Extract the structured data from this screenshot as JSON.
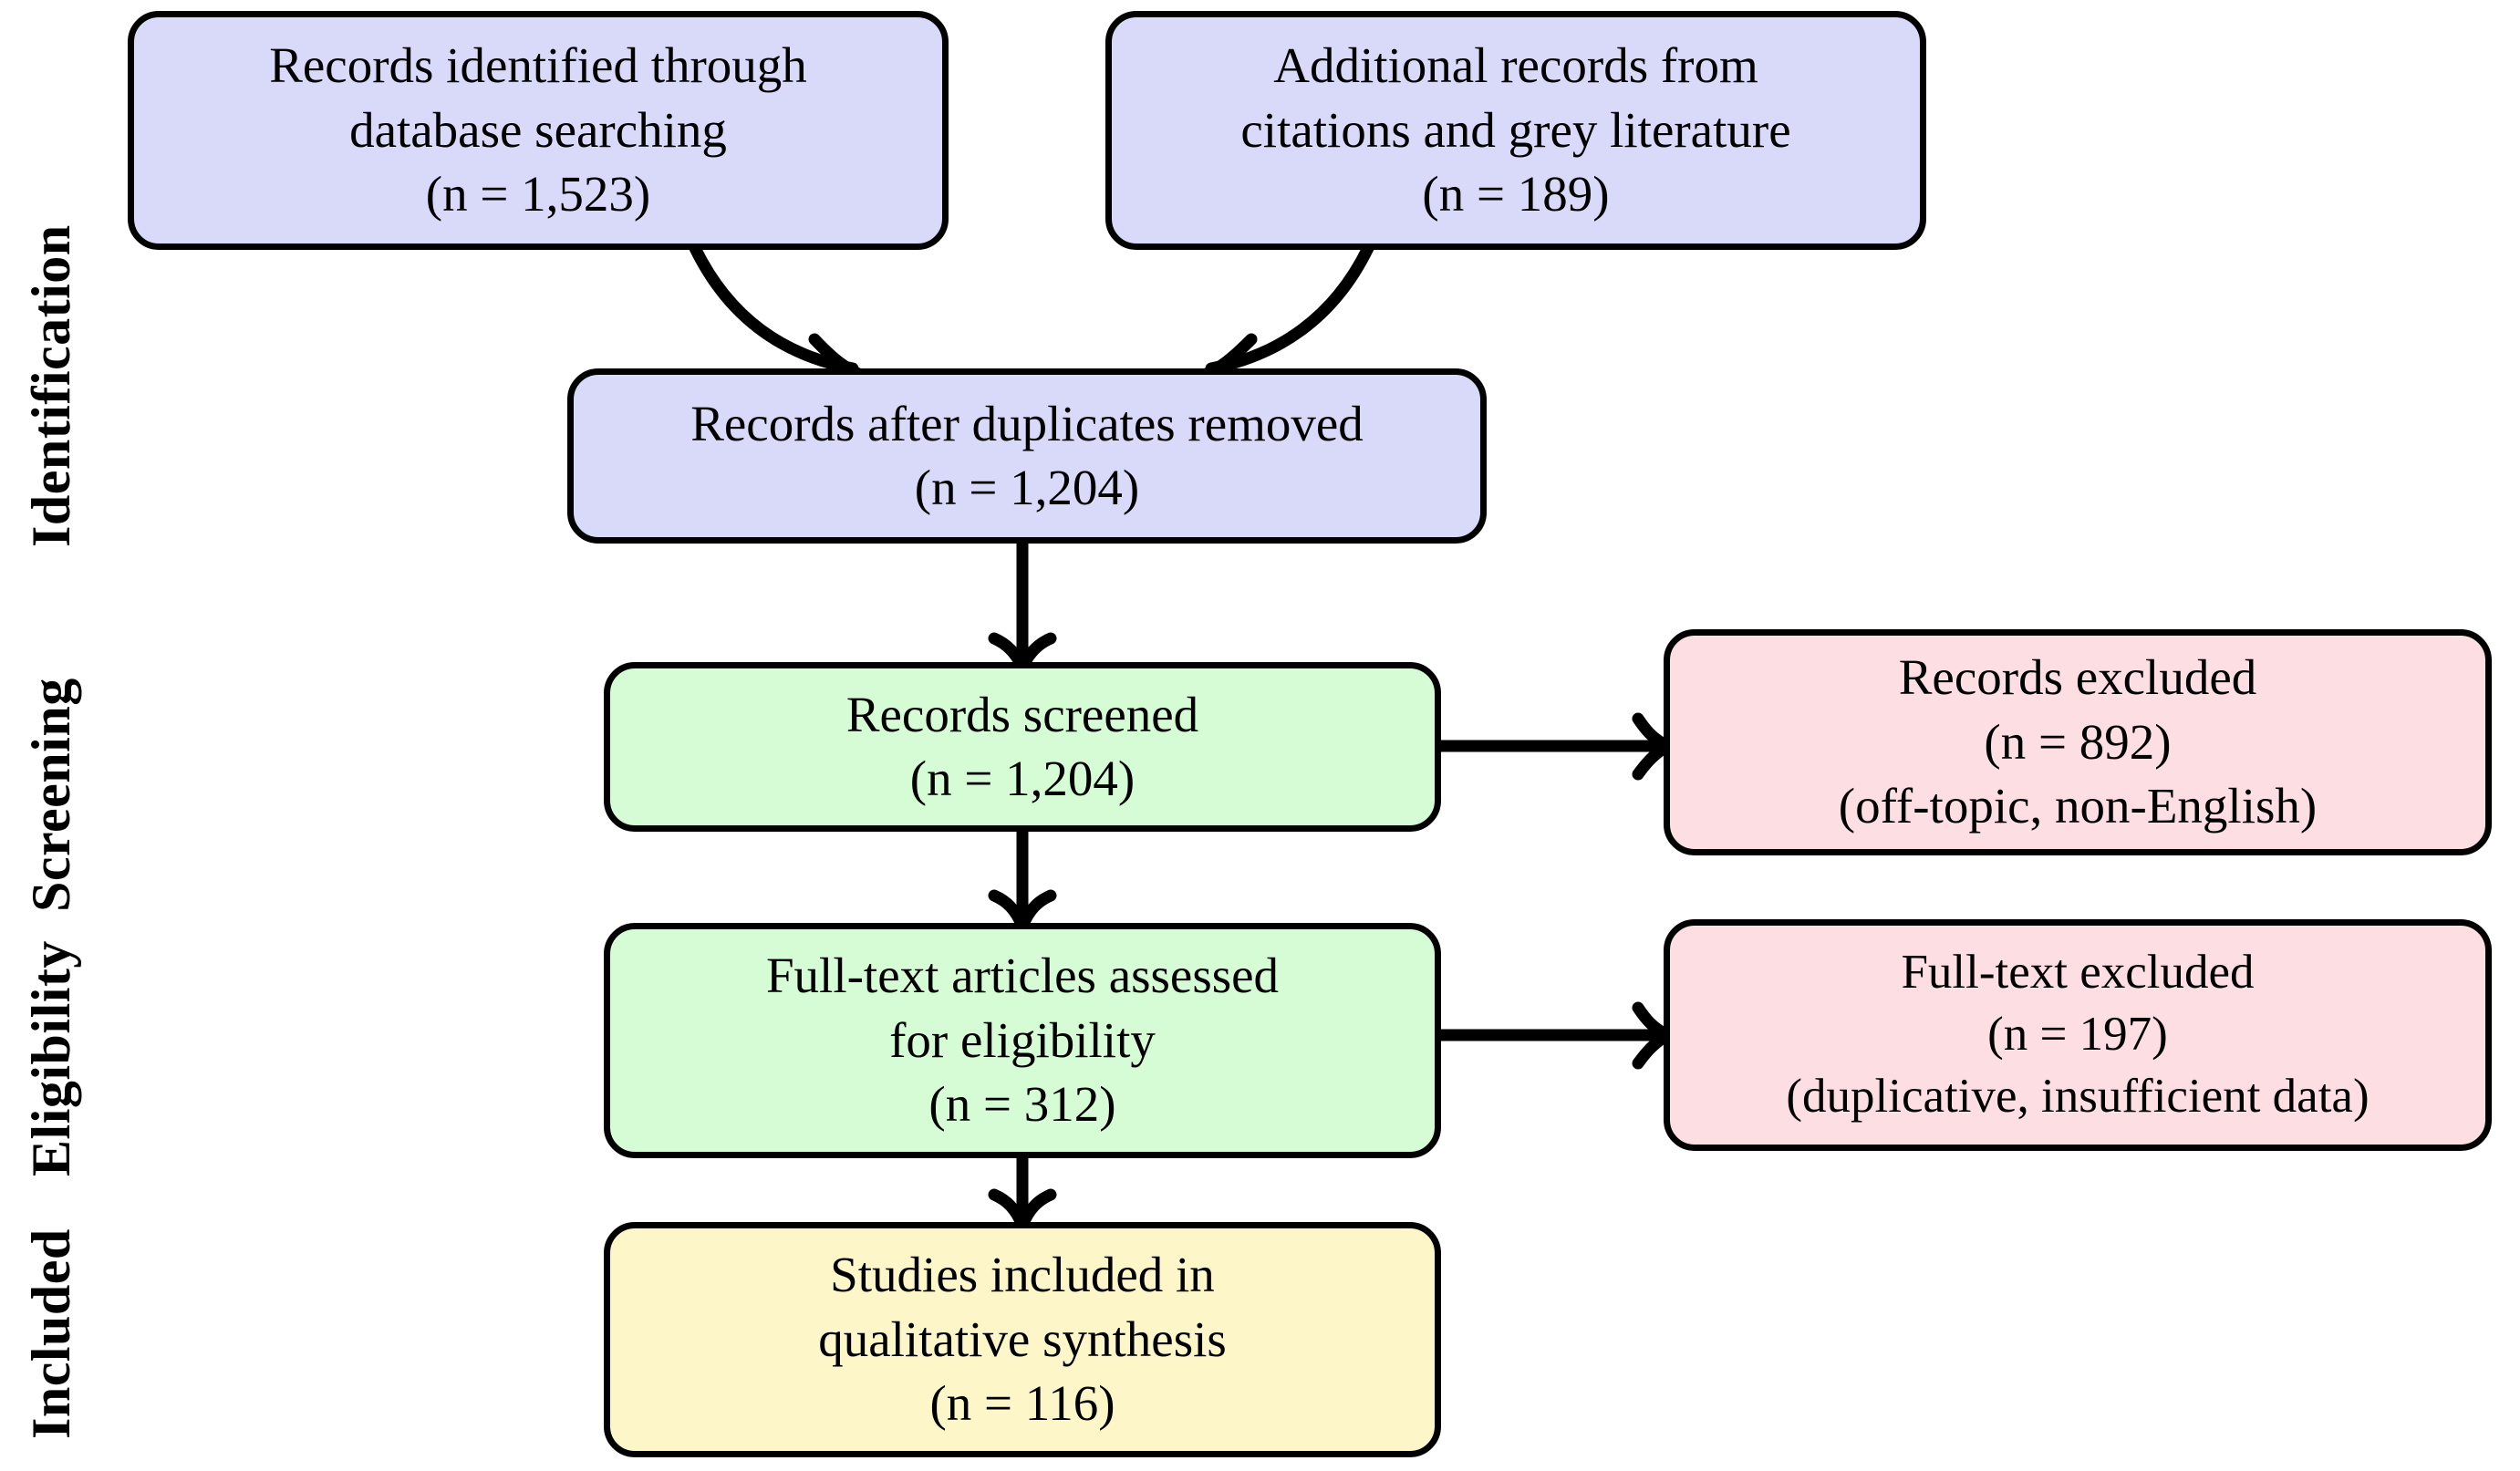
{
  "diagram": {
    "title": "PRISMA study selection flow diagram",
    "type": "flowchart",
    "colors": {
      "identification_fill": "#D9D9FA",
      "screening_fill": "#D6FCD6",
      "excluded_fill": "#FDDFE3",
      "included_fill": "#FCF6C8",
      "border": "#000000",
      "text": "#000000",
      "background": "#FFFFFF"
    },
    "stage_labels": [
      {
        "id": "identification",
        "text": "Identification"
      },
      {
        "id": "screening",
        "text": "Screening"
      },
      {
        "id": "eligibility",
        "text": "Eligibility"
      },
      {
        "id": "included",
        "text": "Included"
      }
    ],
    "nodes": {
      "db_search": {
        "line1": "Records identified through",
        "line2": "database searching",
        "line3": "(n = 1,523)",
        "count": 1523,
        "stage": "identification"
      },
      "additional_records": {
        "line1": "Additional records from",
        "line2": "citations and grey literature",
        "line3": "(n = 189)",
        "count": 189,
        "stage": "identification"
      },
      "duplicates_removed": {
        "line1": "Records after duplicates removed",
        "line2": "(n = 1,204)",
        "count": 1204,
        "stage": "identification"
      },
      "records_screened": {
        "line1": "Records screened",
        "line2": "(n = 1,204)",
        "count": 1204,
        "stage": "screening"
      },
      "records_excluded": {
        "line1": "Records excluded",
        "line2": "(n = 892)",
        "line3": "(off-topic, non-English)",
        "count": 892,
        "stage": "screening"
      },
      "fulltext_assessed": {
        "line1": "Full-text articles assessed",
        "line2": "for eligibility",
        "line3": "(n = 312)",
        "count": 312,
        "stage": "eligibility"
      },
      "fulltext_excluded": {
        "line1": "Full-text excluded",
        "line2": "(n = 197)",
        "line3": "(duplicative, insufficient data)",
        "count": 197,
        "stage": "eligibility"
      },
      "studies_included": {
        "line1": "Studies included in",
        "line2": "qualitative synthesis",
        "line3": "(n = 116)",
        "count": 116,
        "stage": "included"
      }
    },
    "edges": [
      {
        "from": "db_search",
        "to": "duplicates_removed",
        "style": "curved-arrow"
      },
      {
        "from": "additional_records",
        "to": "duplicates_removed",
        "style": "curved-arrow"
      },
      {
        "from": "duplicates_removed",
        "to": "records_screened",
        "style": "straight-arrow"
      },
      {
        "from": "records_screened",
        "to": "records_excluded",
        "style": "straight-arrow"
      },
      {
        "from": "records_screened",
        "to": "fulltext_assessed",
        "style": "straight-arrow"
      },
      {
        "from": "fulltext_assessed",
        "to": "fulltext_excluded",
        "style": "straight-arrow"
      },
      {
        "from": "fulltext_assessed",
        "to": "studies_included",
        "style": "straight-arrow"
      }
    ]
  }
}
